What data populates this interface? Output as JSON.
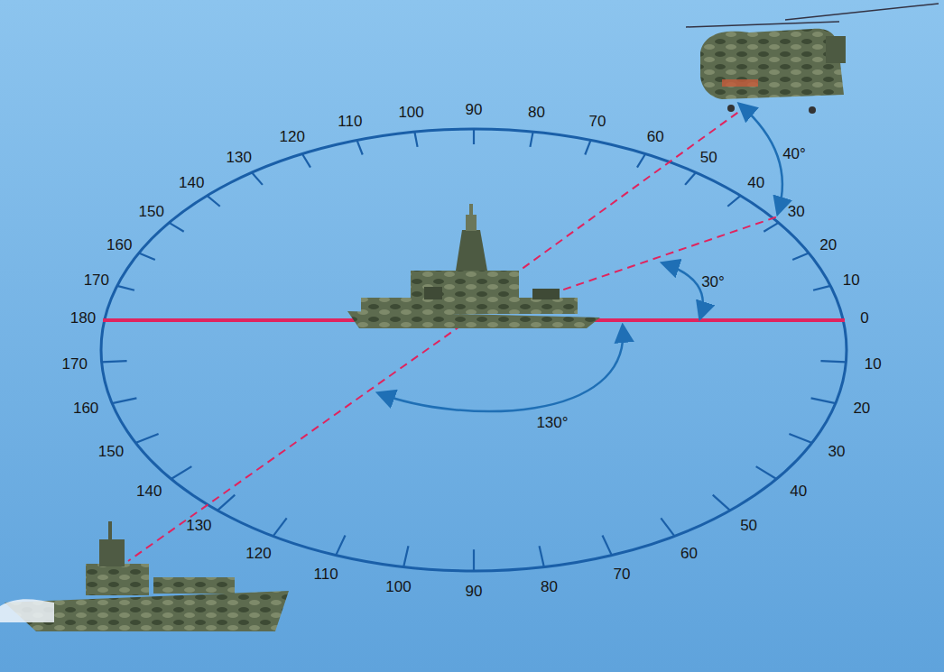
{
  "diagram": {
    "labels": [
      "180",
      "170",
      "160",
      "150",
      "140",
      "130",
      "120",
      "110",
      "100",
      "90",
      "80",
      "70",
      "60",
      "50",
      "40",
      "30",
      "20",
      "10",
      "0",
      "10",
      "20",
      "30",
      "40",
      "50",
      "60",
      "70",
      "80",
      "90",
      "100",
      "110",
      "120",
      "130",
      "140",
      "150",
      "160",
      "170",
      "40°",
      "30°",
      "130°"
    ]
  }
}
